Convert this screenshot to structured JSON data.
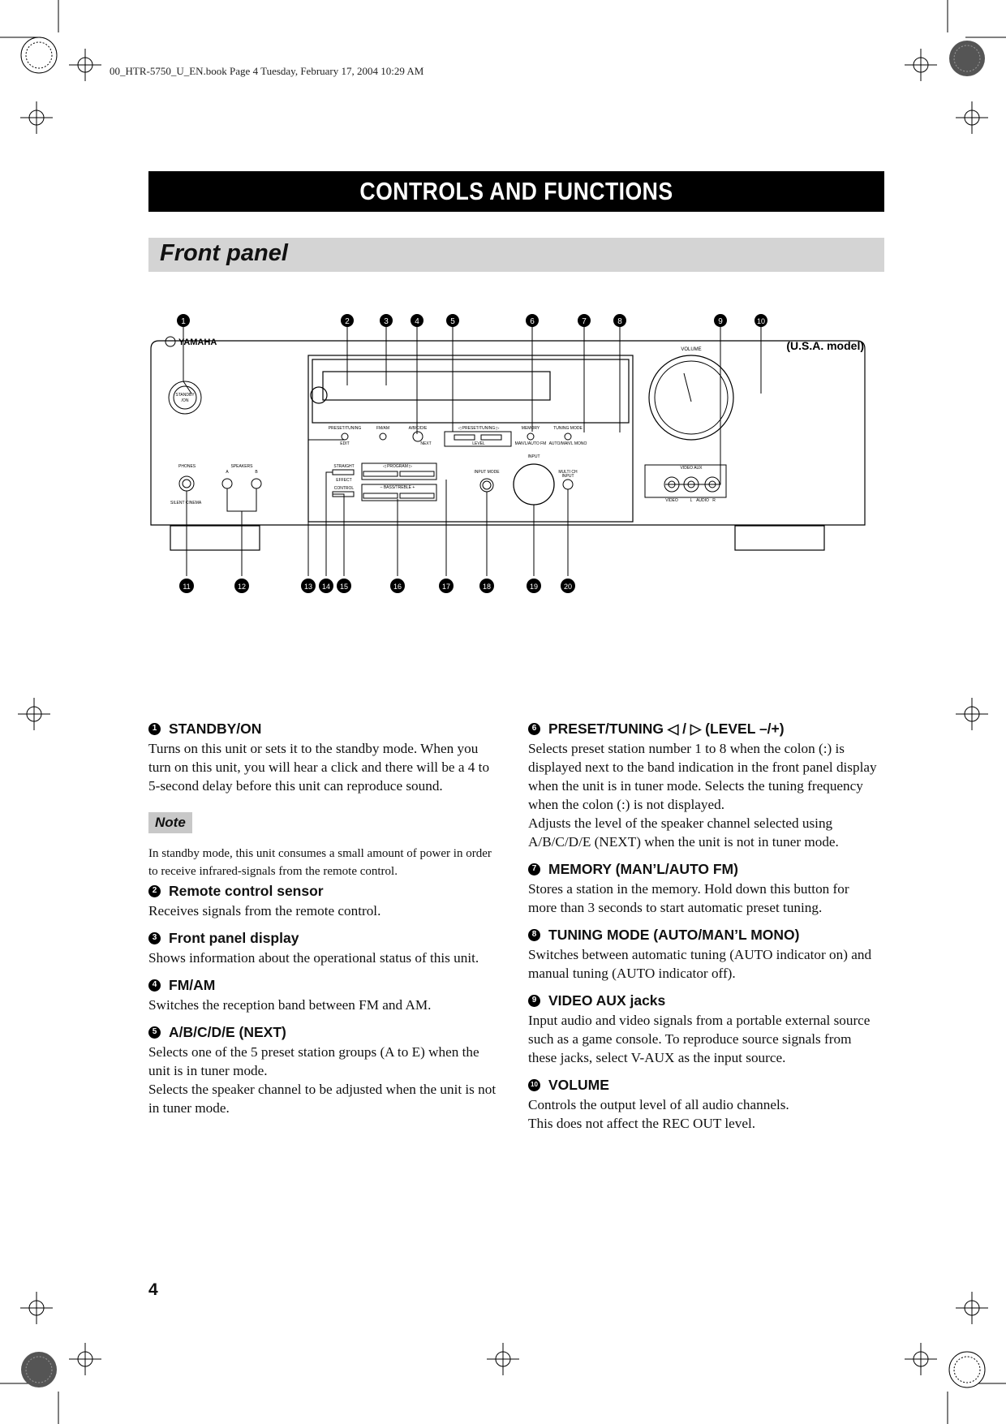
{
  "header": {
    "book_info": "00_HTR-5750_U_EN.book  Page 4  Tuesday, February 17, 2004  10:29 AM"
  },
  "title": "CONTROLS AND FUNCTIONS",
  "section": "Front panel",
  "diagram": {
    "model_label": "(U.S.A. model)",
    "brand": "YAMAHA",
    "callouts_top": [
      "1",
      "2",
      "3",
      "4",
      "5",
      "6",
      "7",
      "8",
      "9",
      "10"
    ],
    "callouts_bottom": [
      "11",
      "12",
      "13",
      "14",
      "15",
      "16",
      "17",
      "18",
      "19",
      "20"
    ],
    "labels": {
      "standby": "STANDBY",
      "on": "/ON",
      "volume": "VOLUME",
      "preset_tuning": "PRESET/TUNING",
      "fm_am": "FM/AM",
      "abcde": "A/B/C/D/E",
      "preset_tuning_arrows": "◁ PRESET/TUNING ▷",
      "memory": "MEMORY",
      "tuning_mode": "TUNING MODE",
      "edit": "EDIT",
      "next": "NEXT",
      "level": "LEVEL",
      "manl_auto_fm": "MAN'L/AUTO FM",
      "auto_manl_mono": "AUTO/MAN'L MONO",
      "input": "INPUT",
      "phones": "PHONES",
      "speakers": "SPEAKERS",
      "a": "A",
      "b": "B",
      "straight": "STRAIGHT",
      "effect": "EFFECT",
      "program": "◁   PROGRAM   ▷",
      "control": "CONTROL",
      "bass_treble": "–   BASS/TREBLE   +",
      "input_mode": "INPUT MODE",
      "multi_ch": "MULTI CH",
      "multi_ch_input": "INPUT",
      "video_aux": "VIDEO AUX",
      "video": "VIDEO",
      "l": "L",
      "audio": "AUDIO",
      "r": "R",
      "silent_cinema": "SILENT CINEMA"
    }
  },
  "left_column": {
    "items": [
      {
        "num": "1",
        "heading": "STANDBY/ON",
        "body": "Turns on this unit or sets it to the standby mode. When you turn on this unit, you will hear a click and there will be a 4 to 5-second delay before this unit can reproduce sound."
      },
      {
        "num": "2",
        "heading": "Remote control sensor",
        "body": "Receives signals from the remote control."
      },
      {
        "num": "3",
        "heading": "Front panel display",
        "body": "Shows information about the operational status of this unit."
      },
      {
        "num": "4",
        "heading": "FM/AM",
        "body": "Switches the reception band between FM and AM."
      },
      {
        "num": "5",
        "heading": "A/B/C/D/E (NEXT)",
        "body": "Selects one of the 5 preset station groups (A to E) when the unit is in tuner mode.",
        "body2": "Selects the speaker channel to be adjusted when the unit is not in tuner mode."
      }
    ],
    "note_label": "Note",
    "note_text": "In standby mode, this unit consumes a small amount of power in order to receive infrared-signals from the remote control."
  },
  "right_column": {
    "items": [
      {
        "num": "6",
        "heading": "PRESET/TUNING ◁ / ▷ (LEVEL –/+)",
        "body": "Selects preset station number 1 to 8 when the colon (:) is displayed next to the band indication in the front panel display when the unit is in tuner mode. Selects the tuning frequency when the colon (:) is not displayed.",
        "body2": "Adjusts the level of the speaker channel selected using A/B/C/D/E (NEXT) when the unit is not in tuner mode."
      },
      {
        "num": "7",
        "heading": "MEMORY (MAN’L/AUTO FM)",
        "body": "Stores a station in the memory. Hold down this button for more than 3 seconds to start automatic preset tuning."
      },
      {
        "num": "8",
        "heading": "TUNING MODE (AUTO/MAN’L MONO)",
        "body": "Switches between automatic tuning (AUTO indicator on) and manual tuning (AUTO indicator off)."
      },
      {
        "num": "9",
        "heading": "VIDEO AUX jacks",
        "body": "Input audio and video signals from a portable external source such as a game console. To reproduce source signals from these jacks, select V-AUX as the input source."
      },
      {
        "num": "10",
        "heading": "VOLUME",
        "body": "Controls the output level of all audio channels.",
        "body2": "This does not affect the REC OUT level."
      }
    ]
  },
  "page_number": "4"
}
